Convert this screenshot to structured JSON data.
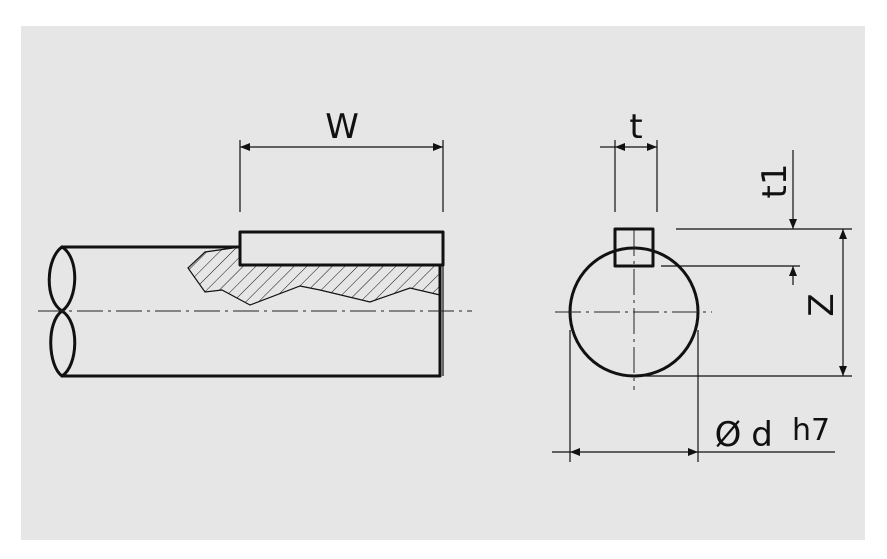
{
  "labels": {
    "width": "W",
    "key_width": "t",
    "key_depth": "t1",
    "height": "Z",
    "diameter_symbol": "Ø",
    "diameter": "d",
    "tolerance": "h7"
  },
  "colors": {
    "background": "#e6e6e6",
    "line": "#111111"
  }
}
